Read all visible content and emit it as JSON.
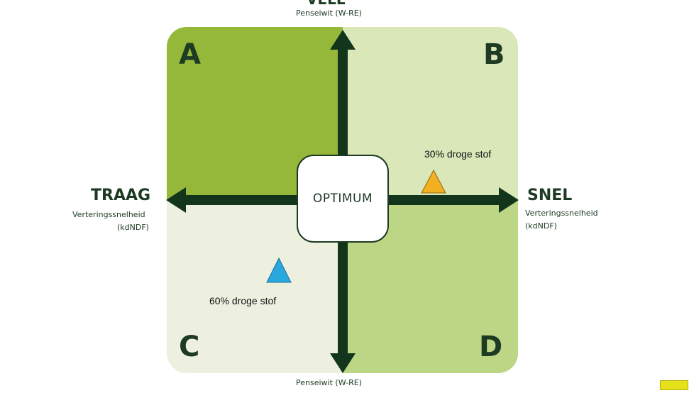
{
  "axes": {
    "top": {
      "title": "VELE",
      "subtitle": "Penseiwit (W-RE)"
    },
    "bottom": {
      "subtitle": "Penseiwit (W-RE)"
    },
    "left": {
      "title": "TRAAG",
      "subtitle_line1": "Verteringssnelheid",
      "subtitle_line2": "(kdNDF)"
    },
    "right": {
      "title": "SNEL",
      "subtitle_line1": "Verteringssnelheid",
      "subtitle_line2": "(kdNDF)"
    }
  },
  "quadrants": {
    "a": {
      "letter": "A",
      "color": "#95b83a"
    },
    "b": {
      "letter": "B",
      "color": "#d9e7b9"
    },
    "c": {
      "letter": "C",
      "color": "#eef0df"
    },
    "d": {
      "letter": "D",
      "color": "#bcd685"
    }
  },
  "center": {
    "label": "OPTIMUM"
  },
  "markers": {
    "dry30": {
      "label": "30% droge stof",
      "color": "#f2b020"
    },
    "dry60": {
      "label": "60% droge stof",
      "color": "#29a8e0"
    }
  },
  "colors": {
    "arrow": "#12351c"
  }
}
